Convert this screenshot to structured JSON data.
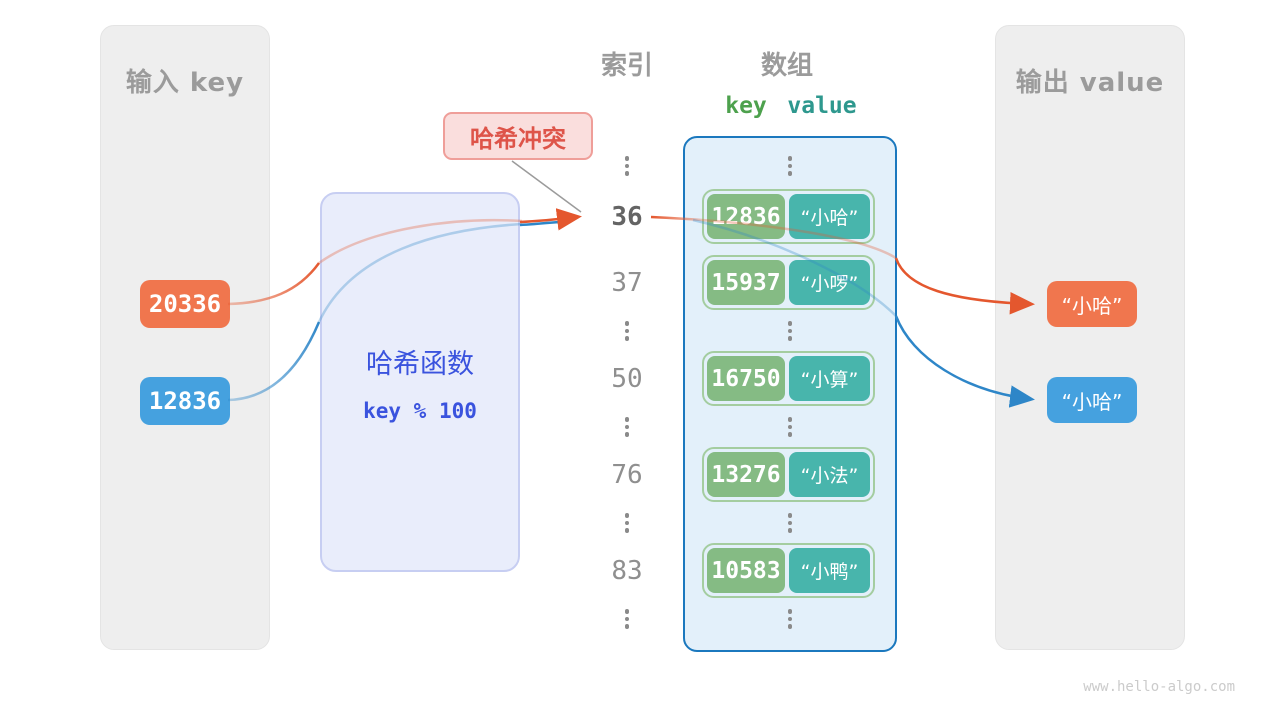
{
  "headers": {
    "index": "索引",
    "array": "数组"
  },
  "input_panel": {
    "title": "输入 key",
    "keys": [
      {
        "value": "20336",
        "color": "orange"
      },
      {
        "value": "12836",
        "color": "blue"
      }
    ]
  },
  "hash_function": {
    "title": "哈希函数",
    "formula": "key % 100"
  },
  "collision_label": {
    "text": "哈希冲突"
  },
  "index_column": {
    "cells": [
      {
        "type": "dots"
      },
      {
        "type": "value",
        "text": "36",
        "highlight": true
      },
      {
        "type": "value",
        "text": "37"
      },
      {
        "type": "dots"
      },
      {
        "type": "value",
        "text": "50"
      },
      {
        "type": "dots"
      },
      {
        "type": "value",
        "text": "76"
      },
      {
        "type": "dots"
      },
      {
        "type": "value",
        "text": "83"
      },
      {
        "type": "dots"
      }
    ]
  },
  "array_panel": {
    "col_key": "key",
    "col_value": "value",
    "entries": [
      {
        "key": "12836",
        "value": "“小哈”"
      },
      {
        "key": "15937",
        "value": "“小啰”"
      },
      {
        "key": "16750",
        "value": "“小算”"
      },
      {
        "key": "13276",
        "value": "“小法”"
      },
      {
        "key": "10583",
        "value": "“小鸭”"
      }
    ]
  },
  "output_panel": {
    "title": "输出 value",
    "values": [
      {
        "text": "“小哈”",
        "color": "orange"
      },
      {
        "text": "“小哈”",
        "color": "blue"
      }
    ]
  },
  "watermark": {
    "text": "www.hello-algo.com"
  },
  "colors": {
    "orange_box": "#F0764E",
    "blue_box": "#45A1DF",
    "green_key": "#85BB84",
    "teal_value": "#48B5AC",
    "arrow_orange": "#E4572E",
    "arrow_blue": "#2E86C8",
    "array_border": "#1B78BE",
    "array_bg": "#E3F0FA",
    "hash_text": "#3A53DE",
    "hash_bg": "#E9EDFB",
    "collision_red": "#DE5449",
    "collision_bg": "#FADEDD",
    "header_gray": "#9B9B9B",
    "key_header_green": "#4DA14D",
    "value_header_teal": "#2E988E"
  }
}
